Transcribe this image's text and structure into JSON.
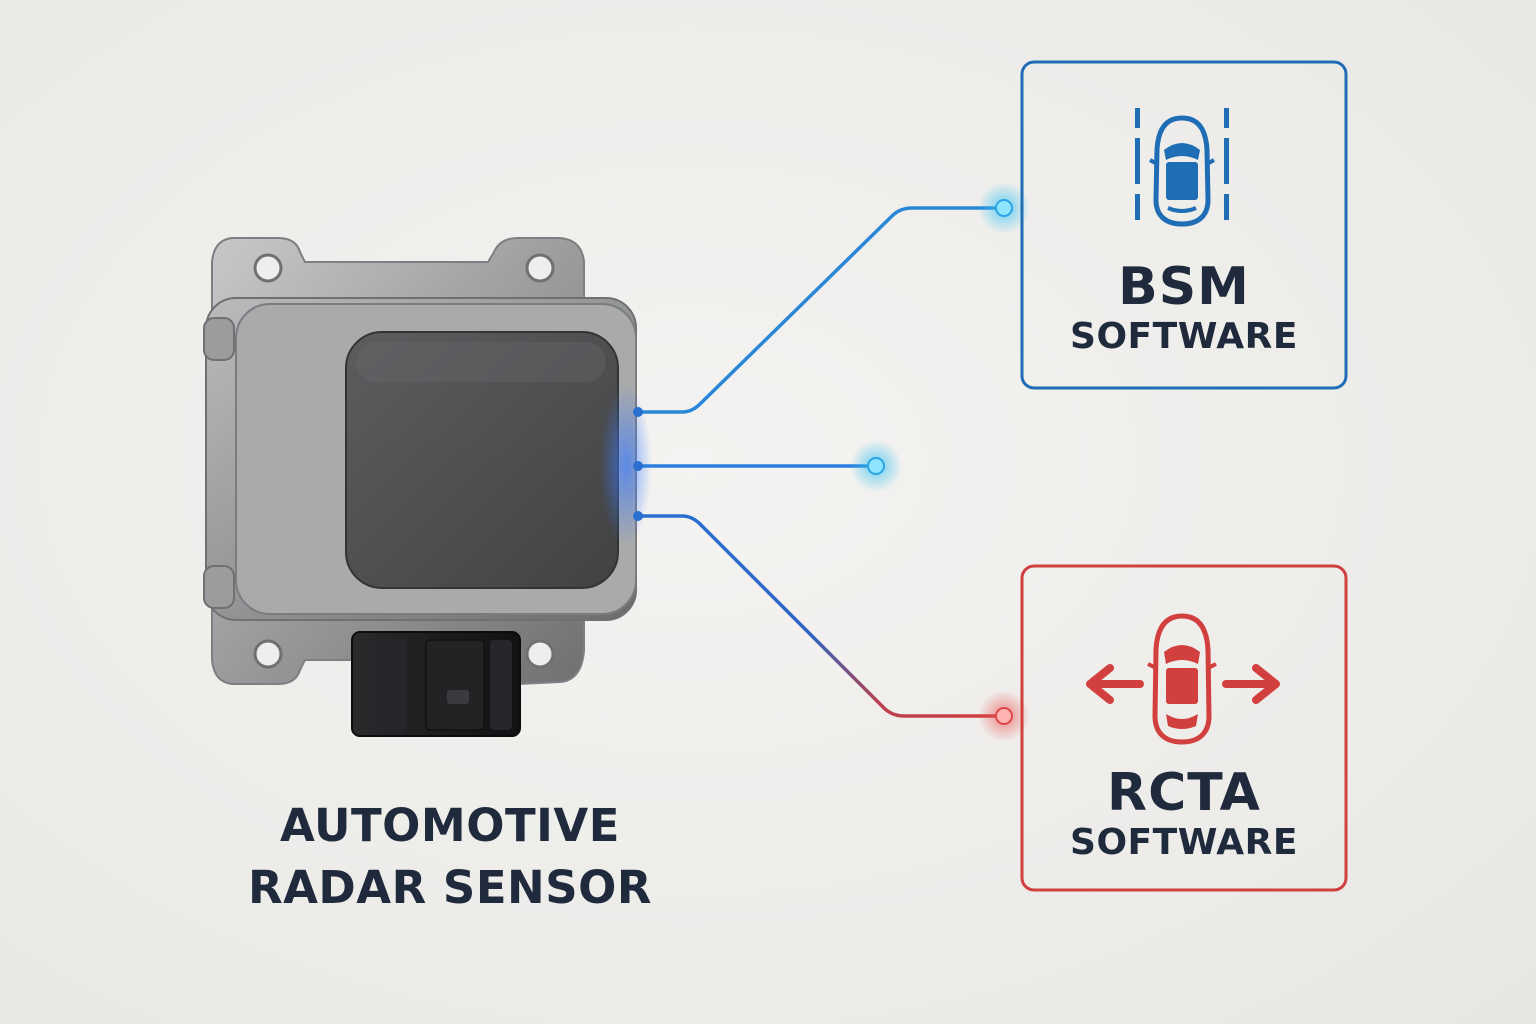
{
  "sensor": {
    "label_line1": "AUTOMOTIVE",
    "label_line2": "RADAR SENSOR"
  },
  "bsm": {
    "title": "BSM",
    "subtitle": "SOFTWARE",
    "icon": "car-top-view-lane-lines-icon",
    "color": "#1e6db5"
  },
  "rcta": {
    "title": "RCTA",
    "subtitle": "SOFTWARE",
    "icon": "car-top-view-cross-arrows-icon",
    "color": "#d23f3f"
  },
  "colors": {
    "text": "#1f2a3c",
    "connector_blue": "#2a86d6",
    "glow_cyan": "#39c3f0",
    "connector_red": "#d23f3f",
    "sensor_metal": "#9a9c9e",
    "sensor_face": "#4e4f51",
    "connector_plug": "#1e1f21"
  }
}
